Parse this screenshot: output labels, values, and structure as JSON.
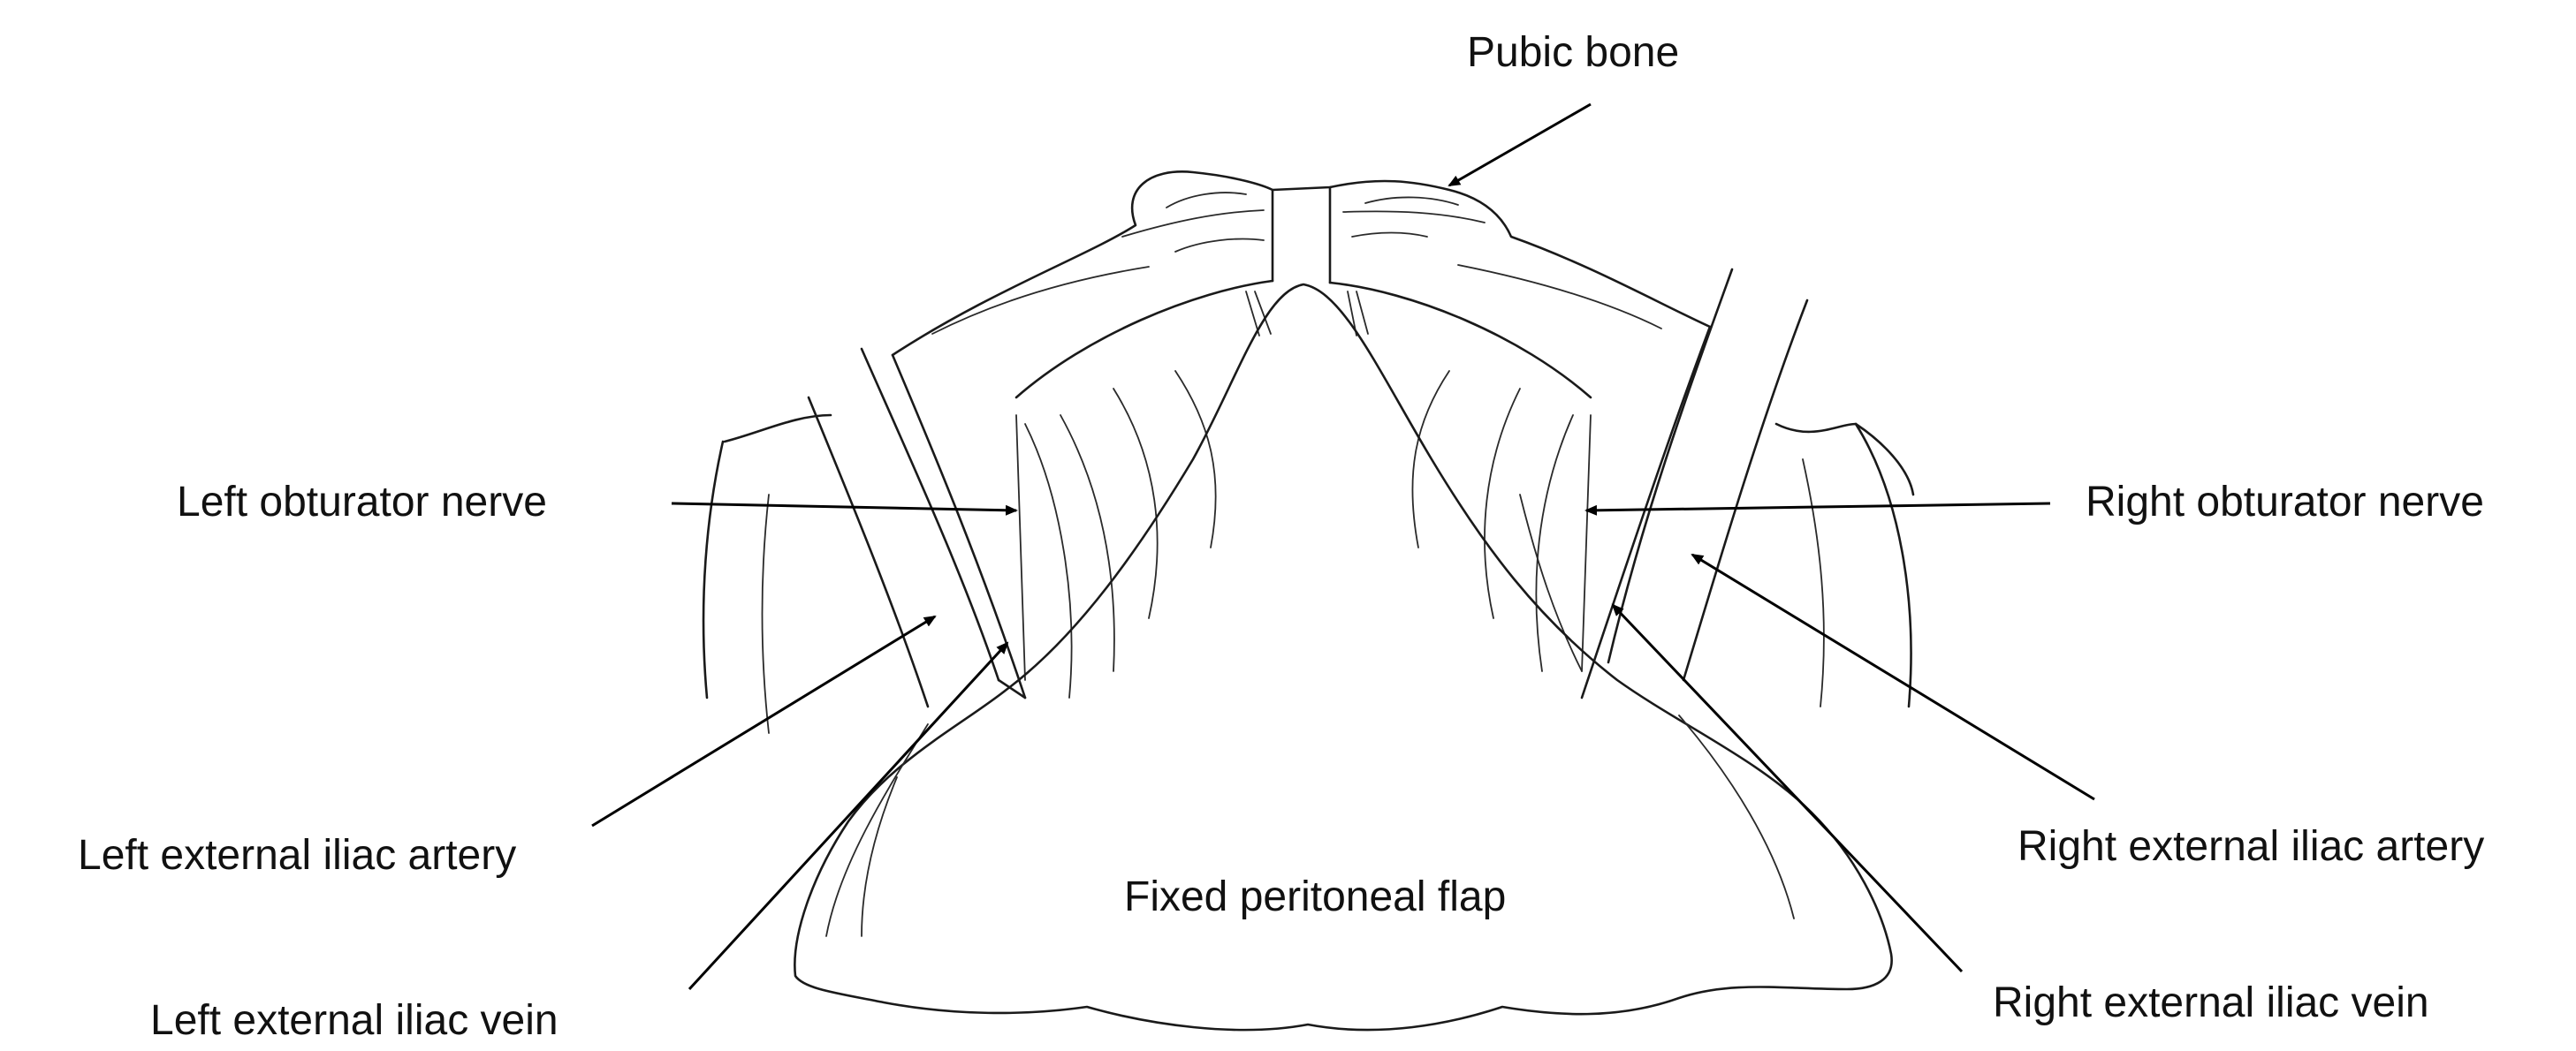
{
  "diagram": {
    "labels": {
      "pubic_bone": "Pubic bone",
      "left_obturator_nerve": "Left obturator nerve",
      "right_obturator_nerve": "Right obturator nerve",
      "left_external_iliac_artery": "Left external iliac artery",
      "right_external_iliac_artery": "Right external iliac artery",
      "left_external_iliac_vein": "Left external iliac vein",
      "right_external_iliac_vein": "Right external iliac vein",
      "fixed_peritoneal_flap": "Fixed peritoneal flap"
    }
  }
}
